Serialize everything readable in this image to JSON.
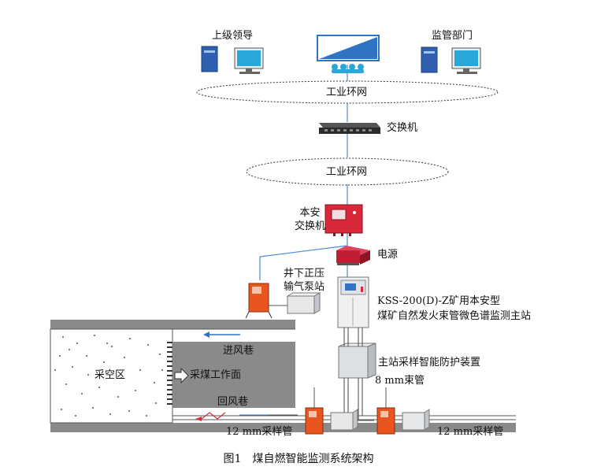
{
  "labels": {
    "superior": "上级领导",
    "supervision": "监管部门",
    "ring_top": "工业环网",
    "switch": "交换机",
    "ring_mid": "工业环网",
    "safe_switch": "本安\n交换机",
    "power": "电源",
    "pump_station": "井下正压\n输气泵站",
    "main_station": "KSS-200(D)-Z矿用本安型\n煤矿自然发火束管微色谱监测主站",
    "protect_device": "主站采样智能防护装置",
    "bundle_tube": "8 mm束管",
    "intake": "进风巷",
    "goaf": "采空区",
    "workface": "采煤工作面",
    "return": "回风巷",
    "sample_left": "12 mm采样管",
    "sample_right": "12 mm采样管"
  },
  "caption": "图1　煤自燃智能监测系统架构",
  "colors": {
    "pc_blue": "#2f5fae",
    "screen_cyan": "#2aa7d9",
    "red_device": "#d9283a",
    "orange_device": "#e8551f",
    "rock_gray": "#8a8a8a",
    "link_blue": "#3c7fd0"
  }
}
